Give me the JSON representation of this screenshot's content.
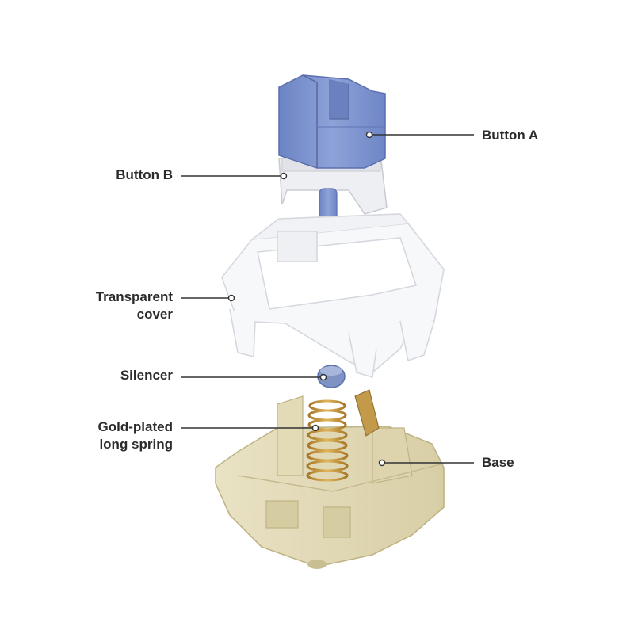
{
  "labels": {
    "button_a": "Button A",
    "button_b": "Button B",
    "transparent_cover": [
      "Transparent",
      "cover"
    ],
    "silencer": "Silencer",
    "spring": [
      "Gold-plated",
      "long spring"
    ],
    "base": "Base"
  },
  "colors": {
    "stem_blue": "#7f95cf",
    "stem_blue_dark": "#5c73b3",
    "cover_white": "#f4f5f7",
    "base_cream": "#e6dfc0",
    "base_shadow": "#cfc59d",
    "spring_gold": "#c99a3e",
    "leader_line": "#333333"
  },
  "icons": [
    "switch-stem-illustration",
    "transparent-cover-illustration",
    "silencer-illustration",
    "gold-spring-illustration",
    "base-housing-illustration"
  ]
}
